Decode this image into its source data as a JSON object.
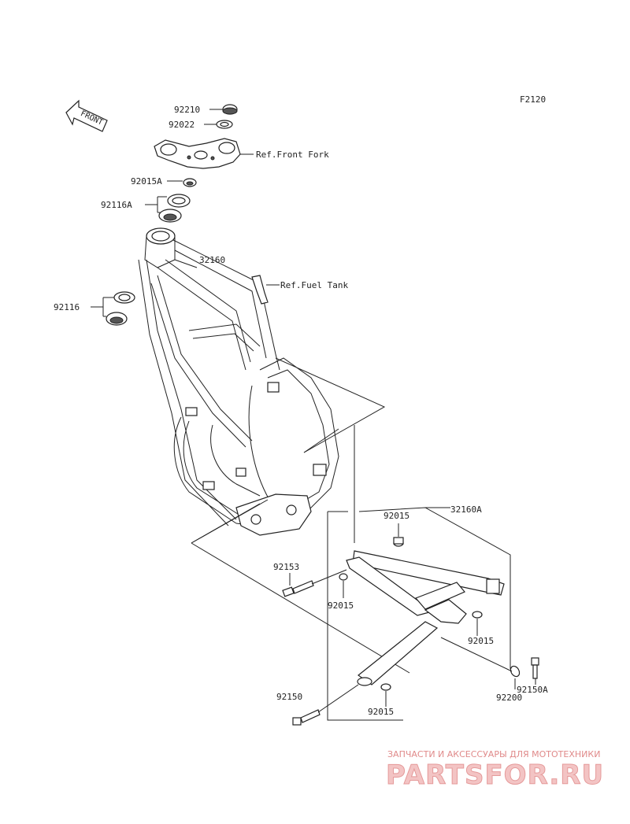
{
  "diagram": {
    "code": "F2120",
    "front_arrow_label": "FRONT",
    "refs": {
      "front_fork": "Ref.Front Fork",
      "fuel_tank": "Ref.Fuel Tank"
    },
    "parts": {
      "p92210": "92210",
      "p92022": "92022",
      "p92015A": "92015A",
      "p92116A": "92116A",
      "p32160": "32160",
      "p92116": "92116",
      "p92015_top": "92015",
      "p32160A": "32160A",
      "p92153": "92153",
      "p92015_left": "92015",
      "p92015_right": "92015",
      "p92200": "92200",
      "p92150A": "92150A",
      "p92150": "92150",
      "p92015_bottom": "92015"
    }
  },
  "watermark": {
    "tagline": "ЗАПЧАСТИ И АКСЕССУАРЫ ДЛЯ МОТОТЕХНИКИ",
    "brand": "PARTSFOR.RU"
  }
}
